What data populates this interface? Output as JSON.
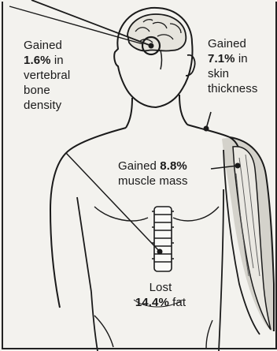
{
  "annotations": {
    "bone": {
      "line1": "Gained",
      "value": "1.6%",
      "unit_suffix": " in",
      "line3": "vertebral",
      "line4": "bone",
      "line5": "density"
    },
    "skin": {
      "line1": "Gained",
      "value": "7.1%",
      "unit_suffix": " in",
      "line3": "skin",
      "line4": "thickness"
    },
    "muscle": {
      "prefix": "Gained ",
      "value": "8.8%",
      "line2": "muscle mass"
    },
    "fat": {
      "line1": "Lost",
      "value": "14.4%",
      "suffix": " fat"
    }
  },
  "colors": {
    "ink": "#1a1a1a",
    "paper": "#f3f2ee",
    "shade": "#c9c7c0"
  }
}
